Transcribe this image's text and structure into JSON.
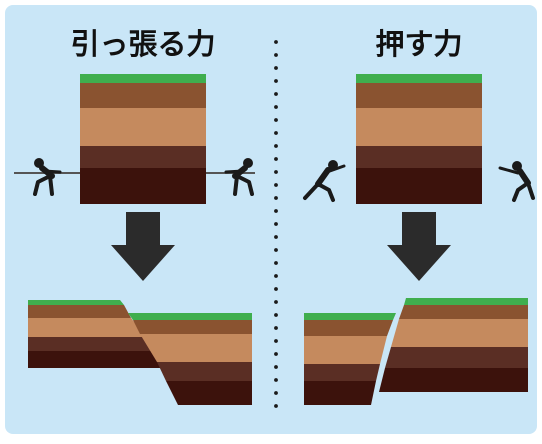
{
  "diagram": {
    "colors": {
      "background": "#c9e6f7",
      "grass": "#3fae4e",
      "layer_1": "#8a5330",
      "layer_2": "#c58a5e",
      "layer_3": "#5a2e24",
      "layer_4": "#3c120c",
      "arrow": "#2b2b2b",
      "figure": "#1a1a1a",
      "divider": "#1a1a1a"
    },
    "left_panel": {
      "title": "引っ張る力",
      "force": "pull",
      "result": "normal-fault"
    },
    "right_panel": {
      "title": "押す力",
      "force": "push",
      "result": "reverse-fault"
    }
  }
}
